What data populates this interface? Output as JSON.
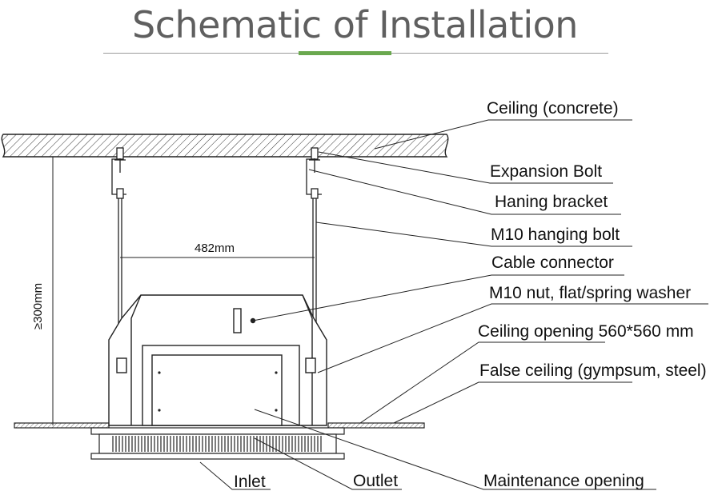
{
  "title": "Schematic of Installation",
  "dimensions": {
    "span": "482mm",
    "height": "≥300mm"
  },
  "labels": {
    "ceiling": "Ceiling (concrete)",
    "expansion_bolt": "Expansion Bolt",
    "hanging_bracket": "Haning bracket",
    "hanging_bolt": "M10 hanging bolt",
    "cable_connector": "Cable connector",
    "nut_washer": "M10 nut, flat/spring washer",
    "ceiling_opening": "Ceiling opening 560*560 mm",
    "false_ceiling": "False ceiling (gympsum, steel)",
    "inlet": "Inlet",
    "outlet": "Outlet",
    "maintenance_opening": "Maintenance opening"
  },
  "colors": {
    "title": "#5f5f5f",
    "accent": "#6aa84f",
    "line": "#222222"
  }
}
